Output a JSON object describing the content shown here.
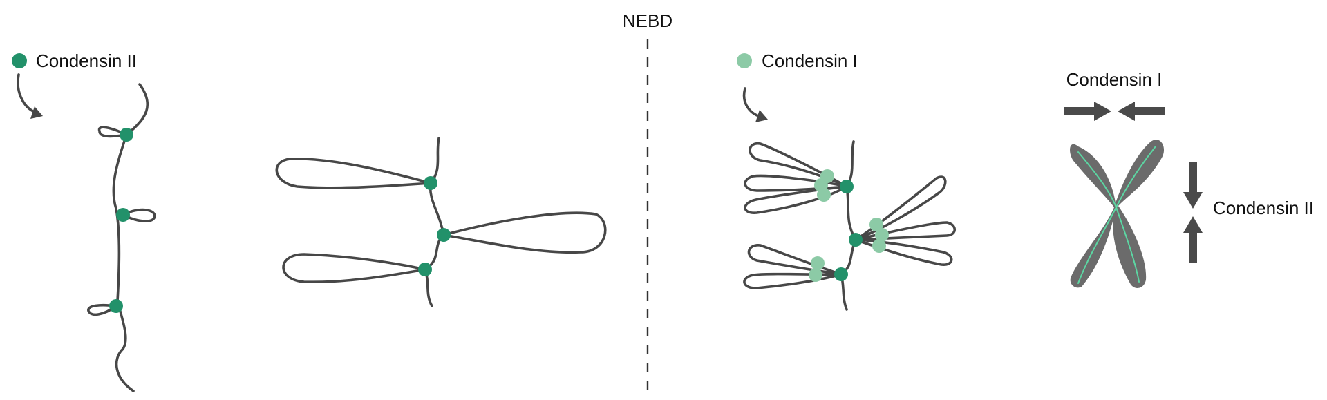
{
  "labels": {
    "nebd": "NEBD",
    "legend_condensin2": "Condensin II",
    "legend_condensin1": "Condensin I",
    "force_condensin1": "Condensin I",
    "force_condensin2": "Condensin II"
  },
  "colors": {
    "chromatin": "#474747",
    "condensin2": "#22916a",
    "condensin1": "#8ccaa6",
    "chromatid_fill": "#6b6b6b",
    "axis_line": "#5cd7a3",
    "arrow": "#4a4a4a"
  }
}
